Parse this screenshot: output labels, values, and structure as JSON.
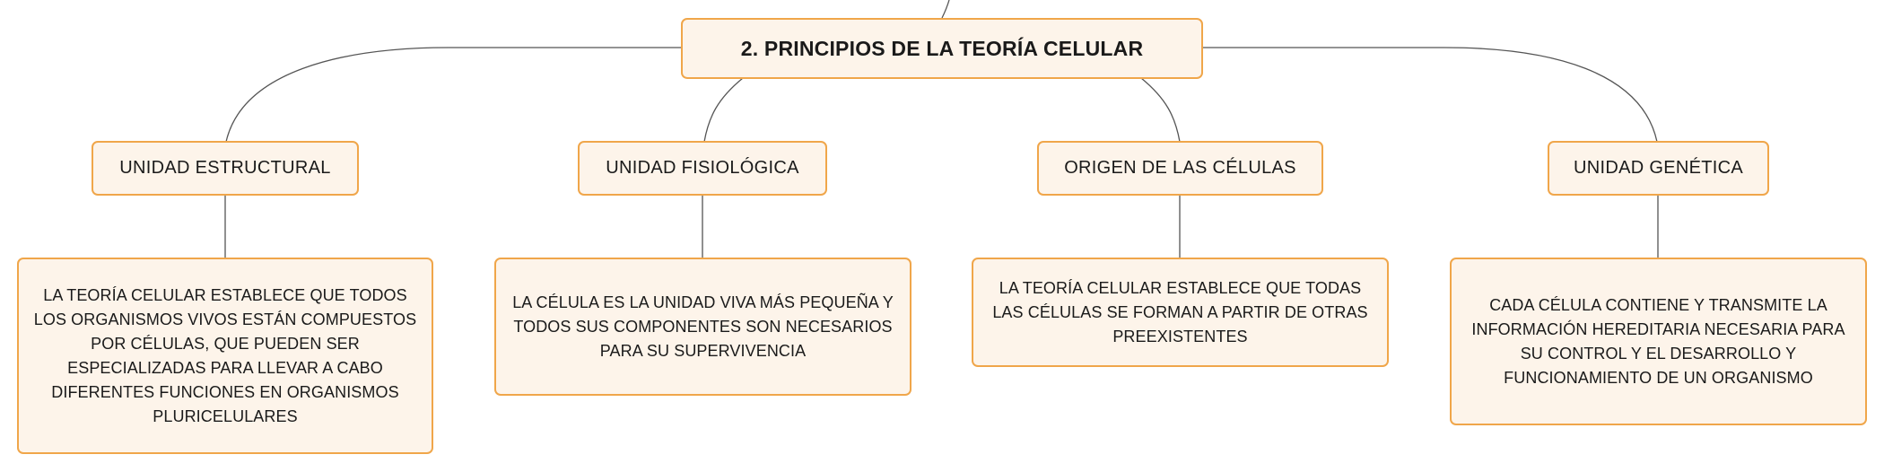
{
  "root": {
    "label": "2. PRINCIPIOS DE LA TEORÍA CELULAR"
  },
  "branches": [
    {
      "label": "UNIDAD ESTRUCTURAL",
      "description": "LA TEORÍA CELULAR ESTABLECE QUE TODOS LOS ORGANISMOS VIVOS ESTÁN COMPUESTOS POR CÉLULAS, QUE PUEDEN SER ESPECIALIZADAS PARA LLEVAR A CABO DIFERENTES FUNCIONES EN ORGANISMOS PLURICELULARES"
    },
    {
      "label": "UNIDAD FISIOLÓGICA",
      "description": "LA CÉLULA ES LA UNIDAD VIVA MÁS PEQUEÑA Y TODOS SUS COMPONENTES SON NECESARIOS PARA SU SUPERVIVENCIA"
    },
    {
      "label": "ORIGEN DE LAS CÉLULAS",
      "description": "LA TEORÍA CELULAR ESTABLECE QUE TODAS LAS CÉLULAS SE FORMAN A PARTIR DE OTRAS PREEXISTENTES"
    },
    {
      "label": "UNIDAD GENÉTICA",
      "description": "CADA CÉLULA CONTIENE Y TRANSMITE LA INFORMACIÓN HEREDITARIA NECESARIA PARA SU CONTROL Y EL DESARROLLO Y FUNCIONAMIENTO DE UN ORGANISMO"
    }
  ],
  "colors": {
    "node_fill": "#fdf4ea",
    "node_border": "#f0a64a",
    "connector": "#555555"
  }
}
